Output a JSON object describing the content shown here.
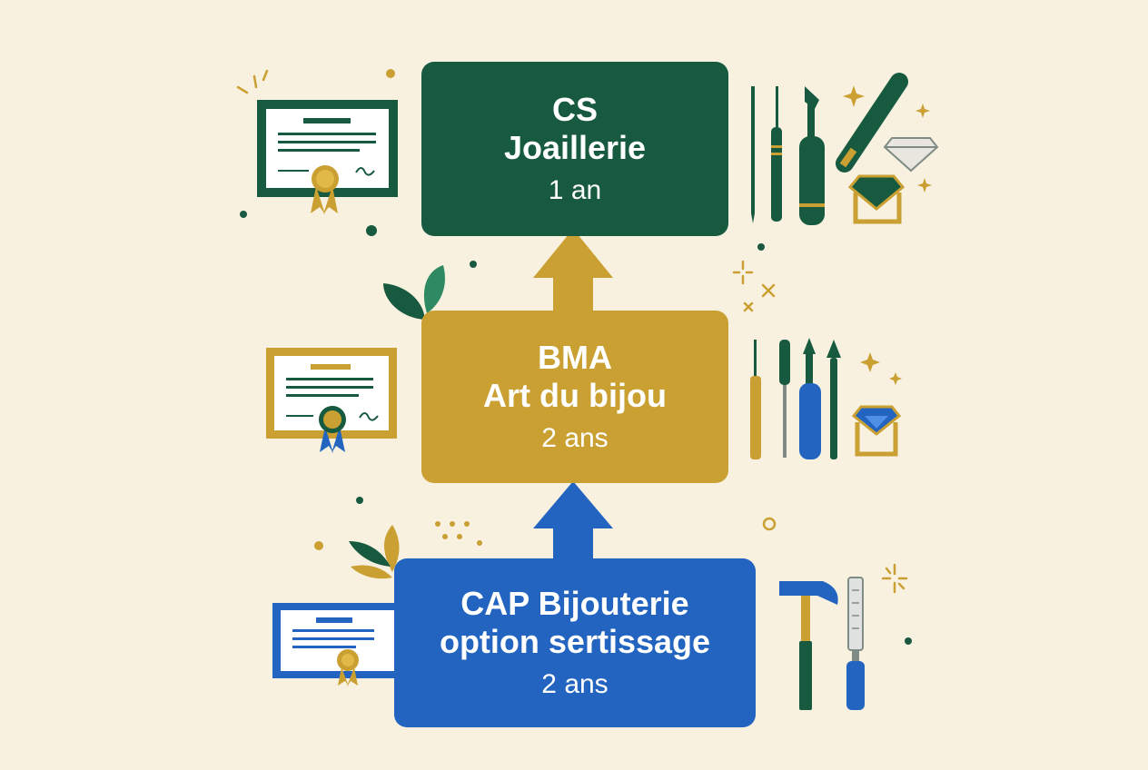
{
  "levels": {
    "cs": {
      "title_line1": "CS",
      "title_line2": "Joaillerie",
      "duration": "1 an"
    },
    "bma": {
      "title_line1": "BMA",
      "title_line2": "Art du bijou",
      "duration": "2 ans"
    },
    "cap": {
      "title_line1": "CAP Bijouterie",
      "title_line2": "option sertissage",
      "duration": "2 ans"
    }
  },
  "colors": {
    "background": "#f8f1e0",
    "green": "#175a40",
    "gold": "#c9a031",
    "blue": "#2264bf"
  },
  "icons": [
    "certificate-icon",
    "medal-icon",
    "tweezers-icon",
    "burin-icon",
    "file-icon",
    "gemstone-icon",
    "diamond-icon",
    "ring-icon",
    "hammer-icon",
    "leaf-icon",
    "sparkle-icon"
  ]
}
